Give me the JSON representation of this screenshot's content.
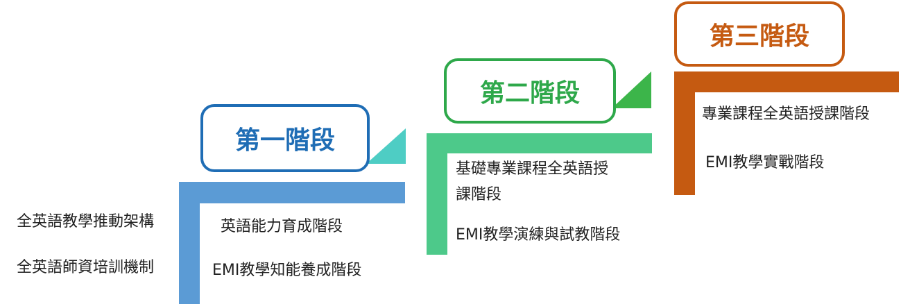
{
  "colors": {
    "stage1_box": "#1f6db5",
    "stage1_bar": "#5b9bd5",
    "stage1_tri": "#4ecdc4",
    "stage2_box": "#2ea84a",
    "stage2_bar": "#4dc98a",
    "stage2_tri": "#3cb54a",
    "stage3_box": "#c55a11",
    "stage3_bar": "#c55a11"
  },
  "left_labels": [
    "全英語教學推動架構",
    "全英語師資培訓機制"
  ],
  "stages": [
    {
      "title": "第一階段",
      "items": [
        "英語能力育成階段",
        "EMI教學知能養成階段"
      ]
    },
    {
      "title": "第二階段",
      "items": [
        "基礎專業課程全英語授",
        "課階段",
        "EMI教學演練與試教階段"
      ]
    },
    {
      "title": "第三階段",
      "items": [
        "專業課程全英語授課階段",
        "EMI教學實戰階段"
      ]
    }
  ]
}
